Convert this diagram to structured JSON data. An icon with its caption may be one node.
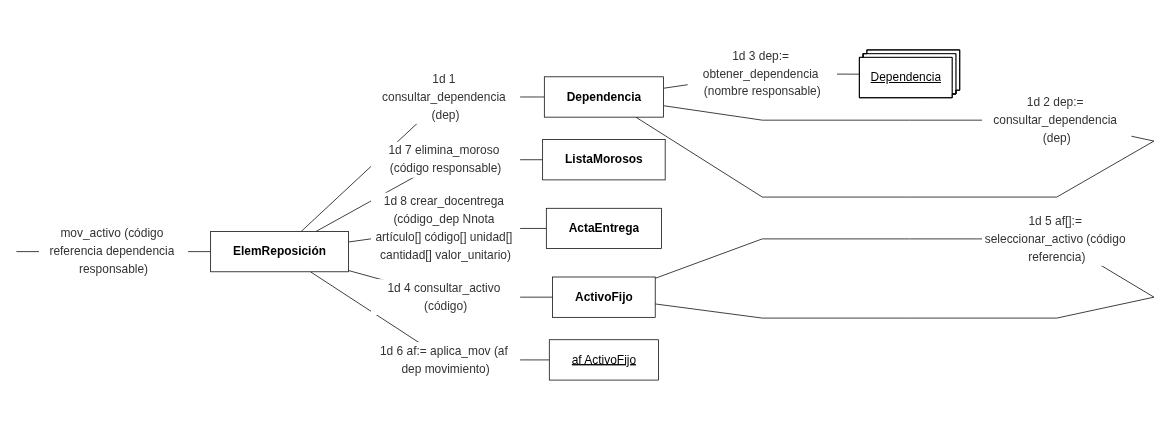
{
  "diagram": {
    "nodes": [
      {
        "text": [
          "ElemReposición"
        ]
      },
      {
        "text": [
          "Dependencia"
        ]
      },
      {
        "text": [
          "ListaMorosos"
        ]
      },
      {
        "text": [
          "ActaEntrega"
        ]
      },
      {
        "text": [
          "ActivoFijo"
        ]
      },
      {
        "text": [
          "af ActivoFijo"
        ]
      },
      {
        "text": [
          "Dependencia"
        ]
      }
    ],
    "edges": [
      {
        "from": null,
        "to": 0,
        "arrow": "none",
        "label": "mov_activo (código referencia dependencia responsable)"
      },
      {
        "from": 0,
        "to": 1,
        "arrow": "none",
        "label": "1d 1 consultar_dependencia (dep)"
      },
      {
        "from": 1,
        "to": 1,
        "arrow": "none",
        "label": "1d 2 dep:= consultar_dependencia (dep)"
      },
      {
        "from": 1,
        "to": 6,
        "arrow": "none",
        "label": "1d 3 dep:= obtener_dependencia (nombre responsable)"
      },
      {
        "from": 0,
        "to": 4,
        "arrow": "none",
        "label": "1d 4 consultar_activo (código)"
      },
      {
        "from": 4,
        "to": 4,
        "arrow": "none",
        "label": "1d 5 af[]:= seleccionar_activo (código referencia)"
      },
      {
        "from": 0,
        "to": 5,
        "arrow": "none",
        "label": "1d 6 af:= aplica_mov (af dep movimiento)"
      },
      {
        "from": 0,
        "to": 2,
        "arrow": "none",
        "label": "1d 7 elimina_moroso (código responsable)"
      },
      {
        "from": 0,
        "to": 3,
        "arrow": "none",
        "label": "1d 8 crear_docentrega (código_dep Nnota artículo[] código[] unidad[] cantidad[] valor_unitario)"
      }
    ]
  }
}
